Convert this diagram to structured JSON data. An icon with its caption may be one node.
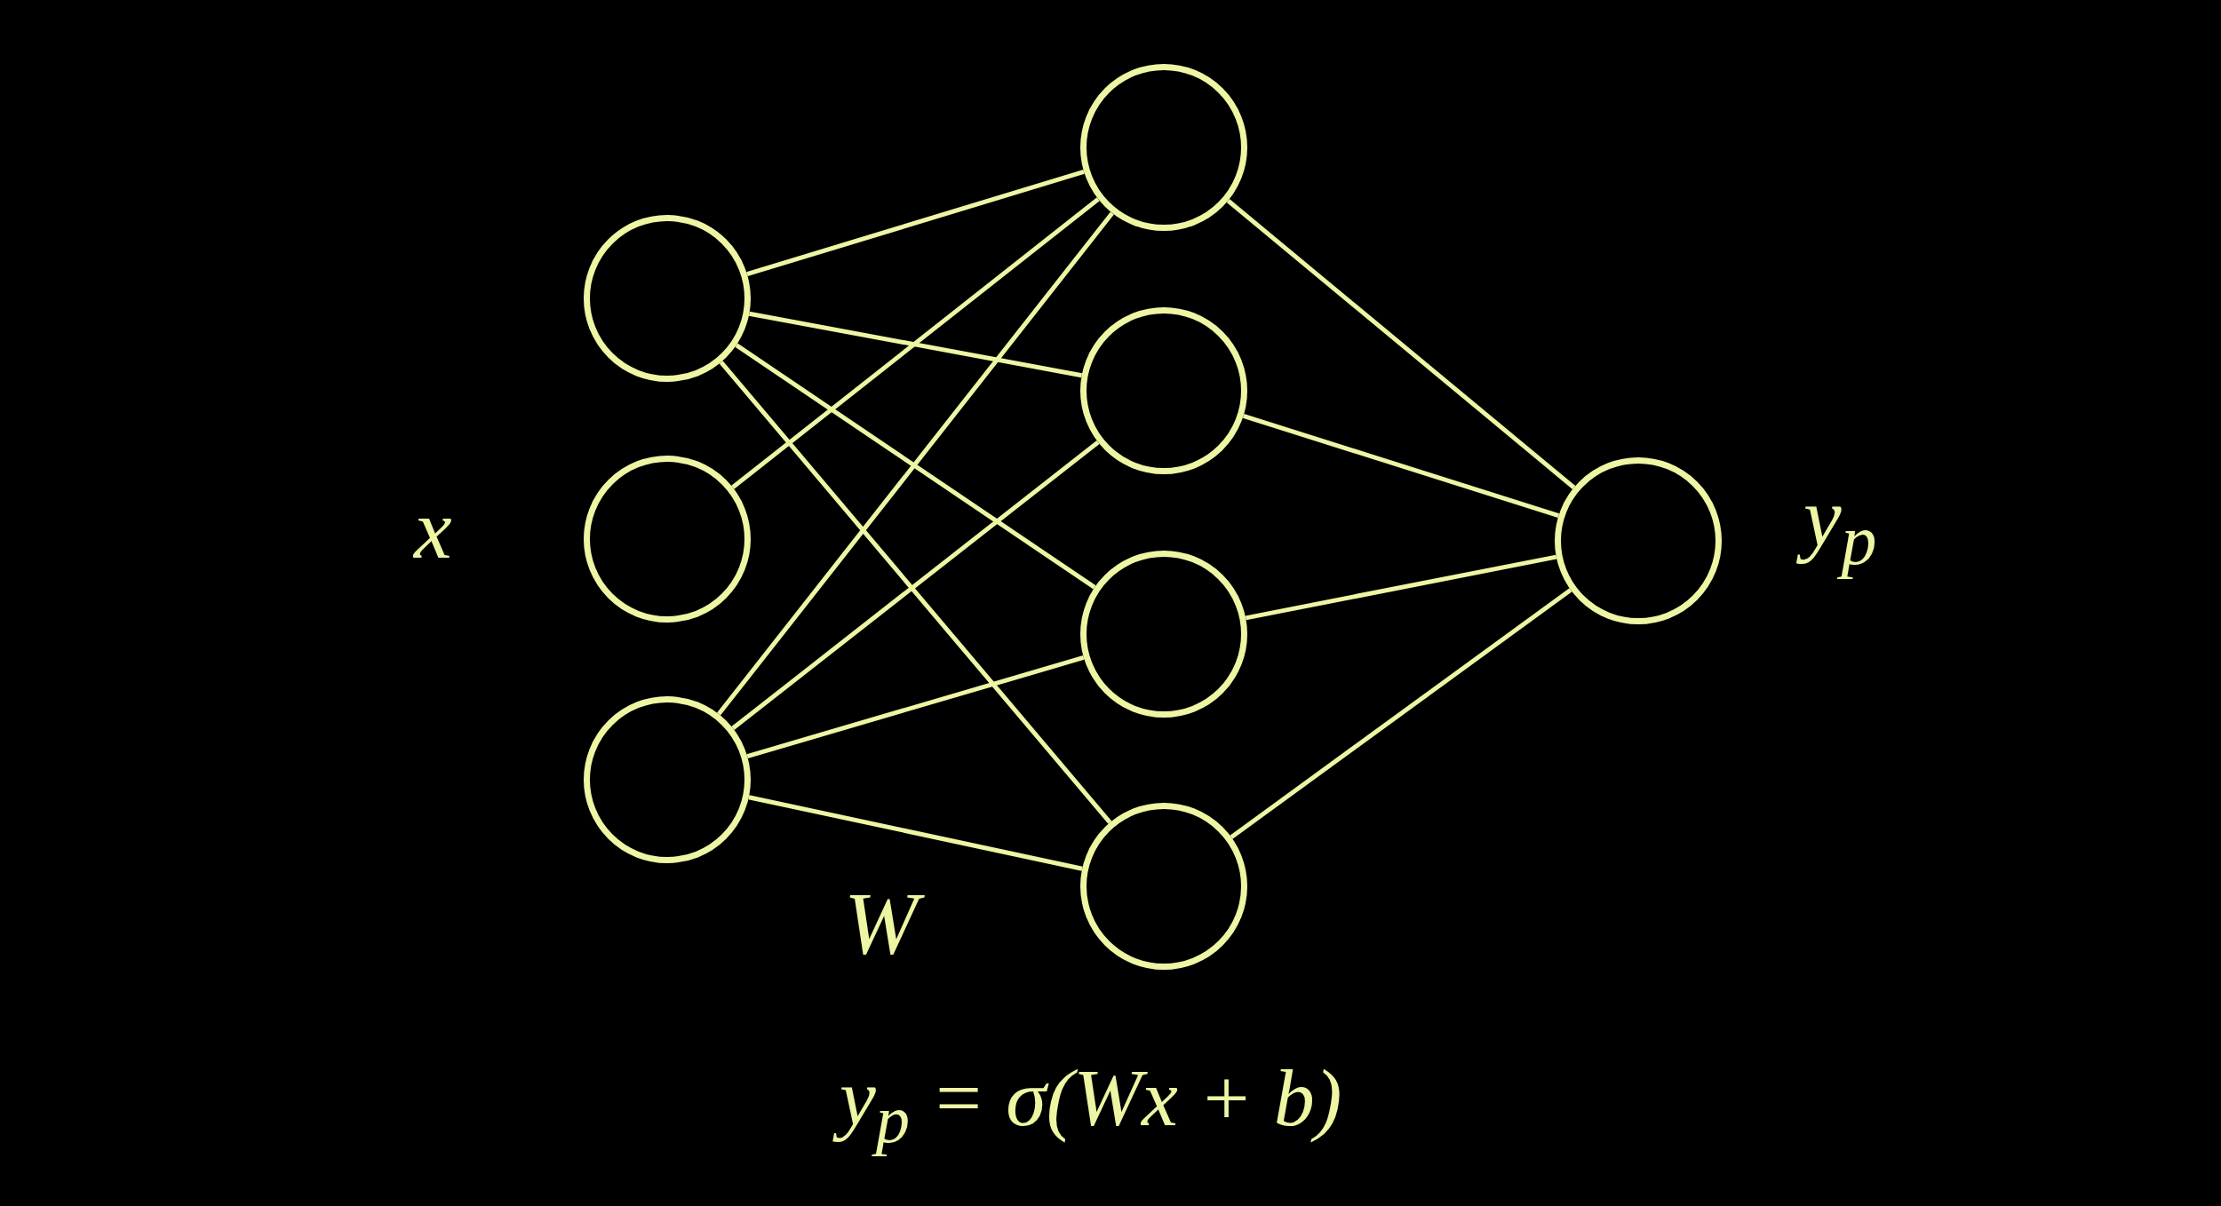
{
  "diagram": {
    "nodes": [
      {
        "text": [],
        "shape": "circle"
      },
      {
        "text": [],
        "shape": "circle"
      },
      {
        "text": [],
        "shape": "circle"
      },
      {
        "text": [],
        "shape": "circle"
      },
      {
        "text": [],
        "shape": "circle"
      },
      {
        "text": [],
        "shape": "circle"
      },
      {
        "text": [],
        "shape": "circle"
      },
      {
        "text": [],
        "shape": "circle"
      }
    ],
    "edges": [
      {
        "from": 0,
        "to": 3,
        "arrow": "none"
      },
      {
        "from": 0,
        "to": 4,
        "arrow": "none"
      },
      {
        "from": 0,
        "to": 5,
        "arrow": "none"
      },
      {
        "from": 0,
        "to": 6,
        "arrow": "none"
      },
      {
        "from": 1,
        "to": 3,
        "arrow": "none"
      },
      {
        "from": 2,
        "to": 3,
        "arrow": "none"
      },
      {
        "from": 2,
        "to": 4,
        "arrow": "none"
      },
      {
        "from": 2,
        "to": 5,
        "arrow": "none"
      },
      {
        "from": 2,
        "to": 6,
        "arrow": "none"
      },
      {
        "from": 3,
        "to": 7,
        "arrow": "none"
      },
      {
        "from": 4,
        "to": 7,
        "arrow": "none"
      },
      {
        "from": 5,
        "to": 7,
        "arrow": "none"
      },
      {
        "from": 6,
        "to": 7,
        "arrow": "none"
      }
    ],
    "labels": [
      "x",
      "y$_{p}$",
      "W",
      "y$_{p}$ = σ(Wx + b)"
    ]
  }
}
